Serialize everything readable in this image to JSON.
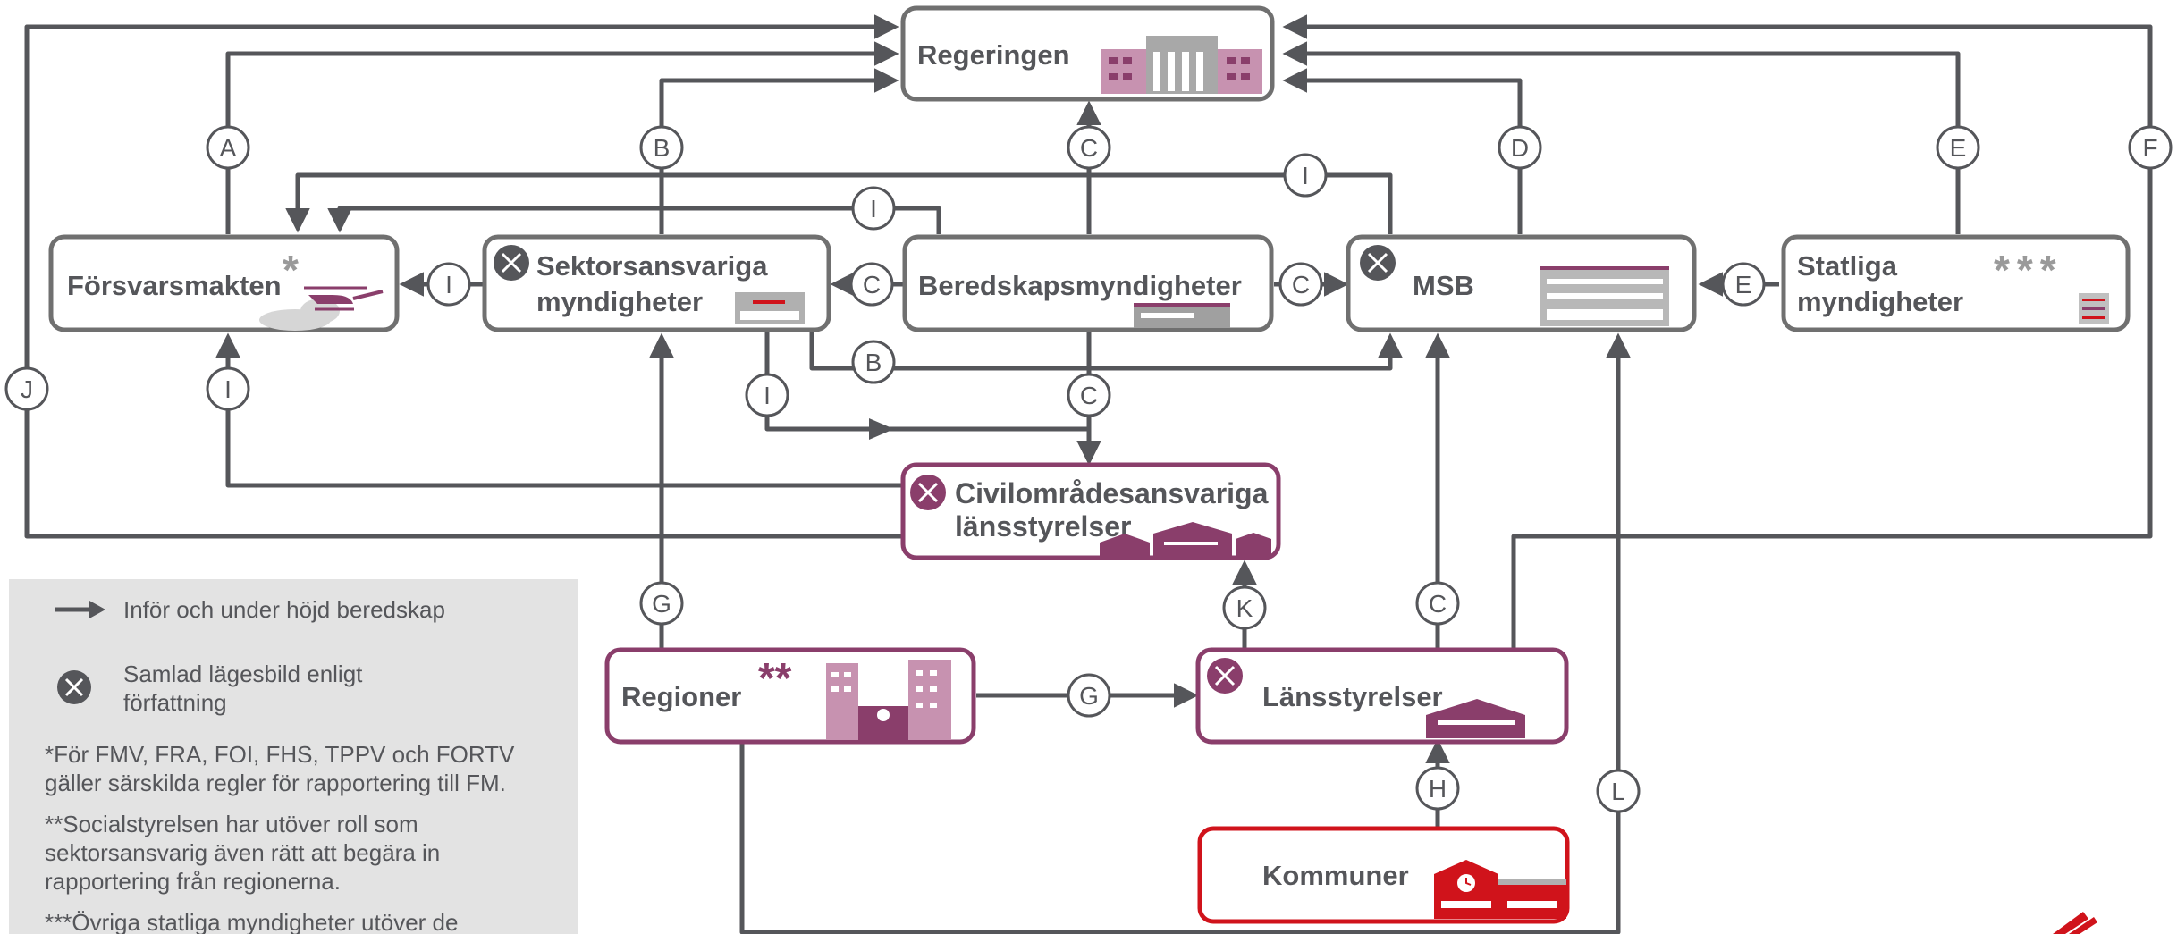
{
  "nodes": {
    "regeringen": "Regeringen",
    "forsvarsmakten": "Försvarsmakten",
    "sektor_line1": "Sektorsansvariga",
    "sektor_line2": "myndigheter",
    "beredskap": "Beredskapsmyndigheter",
    "msb": "MSB",
    "statliga_line1": "Statliga",
    "statliga_line2": "myndigheter",
    "civil_line1": "Civilområdesansvariga",
    "civil_line2": "länsstyrelser",
    "regioner": "Regioner",
    "lansstyrelser": "Länsstyrelser",
    "kommuner": "Kommuner"
  },
  "markers": {
    "forsvarsmakten": "*",
    "regioner": "**",
    "statliga": "***"
  },
  "edge_labels": {
    "A": "A",
    "B": "B",
    "C": "C",
    "D": "D",
    "E": "E",
    "F": "F",
    "G": "G",
    "H": "H",
    "I": "I",
    "J": "J",
    "K": "K",
    "L": "L"
  },
  "legend": {
    "arrow_text": "Inför och under höjd beredskap",
    "icon_text_line1": "Samlad lägesbild enligt",
    "icon_text_line2": "författning",
    "note1_line1": "*För FMV, FRA, FOI, FHS, TPPV och FORTV",
    "note1_line2": "gäller särskilda regler för rapportering till FM.",
    "note2_line1": "**Socialstyrelsen har utöver roll som",
    "note2_line2": "sektorsansvarig även rätt att begära in",
    "note2_line3": "rapportering från regionerna.",
    "note3_line1": "***Övriga statliga myndigheter utöver de"
  },
  "colors": {
    "line": "#55565a",
    "border": "#707070",
    "plum": "#8a3e6b",
    "plum_light": "#c792b0",
    "red": "#d0131b",
    "icon_gray": "#9a9a9a",
    "legend_bg": "#e3e3e3"
  }
}
